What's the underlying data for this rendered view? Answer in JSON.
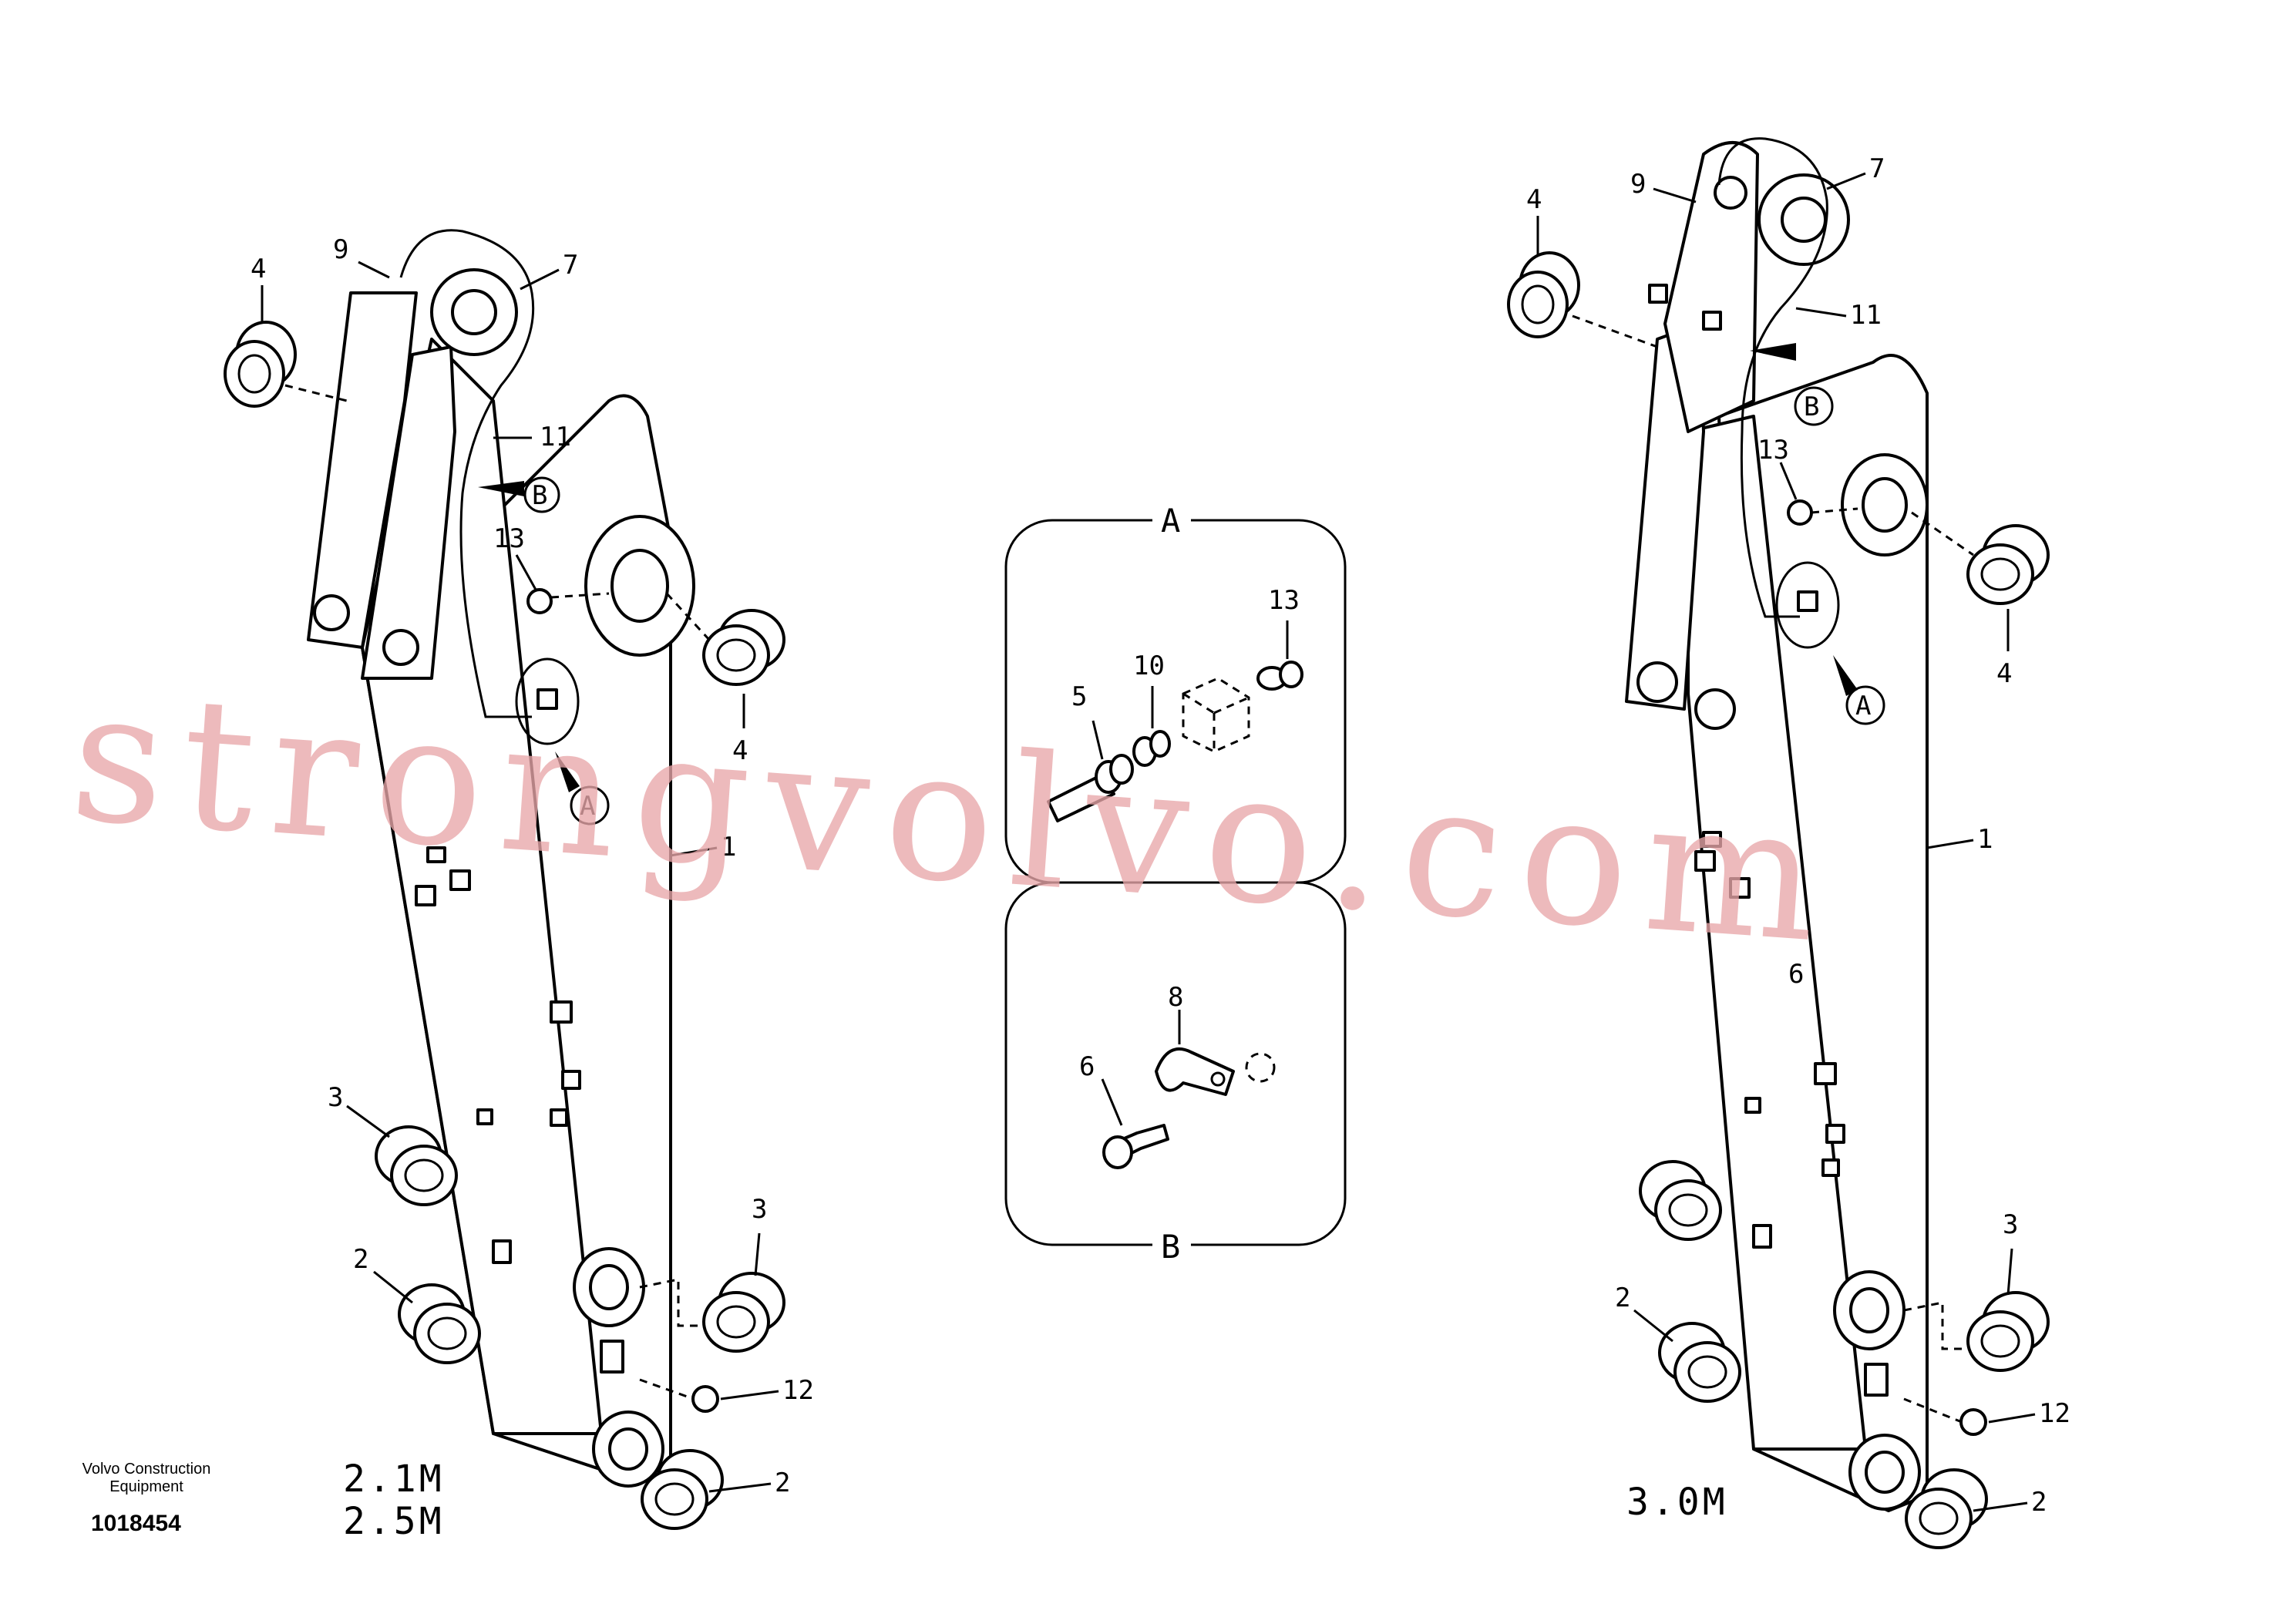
{
  "diagram": {
    "callouts": {
      "left": [
        "4",
        "9",
        "7",
        "11",
        "B",
        "13",
        "4",
        "A",
        "1",
        "3",
        "2",
        "3",
        "12",
        "2"
      ],
      "right": [
        "9",
        "7",
        "4",
        "11",
        "B",
        "13",
        "A",
        "4",
        "1",
        "6",
        "3",
        "2",
        "12",
        "2"
      ],
      "detail_a": [
        "5",
        "10",
        "13"
      ],
      "detail_b": [
        "8",
        "6"
      ]
    },
    "views": {
      "a_label": "A",
      "b_label": "B"
    },
    "sizes": {
      "left_top": "2.1M",
      "left_bottom": "2.5M",
      "right": "3.0M"
    }
  },
  "title_block": {
    "brand_line1": "Volvo Construction",
    "brand_line2": "Equipment",
    "doc_number": "1018454"
  },
  "watermark": "strongvolvo.com"
}
